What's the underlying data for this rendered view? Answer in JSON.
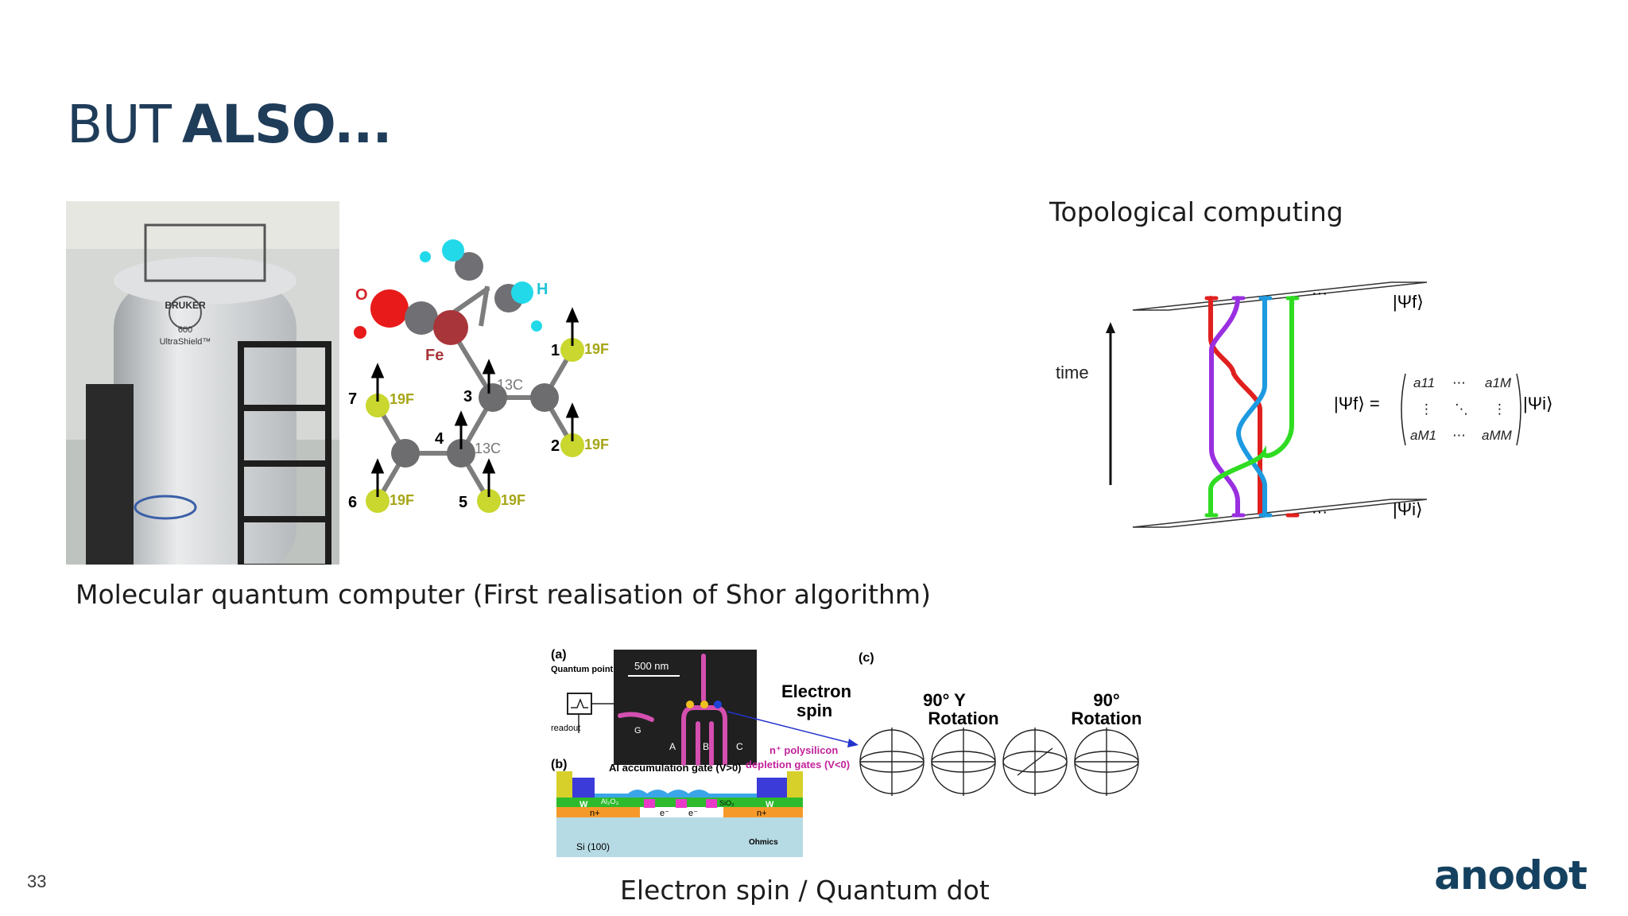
{
  "slide": {
    "title_light": "BUT",
    "title_bold": "ALSO...",
    "page_number": "33",
    "logo": "anodot"
  },
  "captions": {
    "topological": "Topological computing",
    "molecular": "Molecular quantum computer (First realisation of Shor algorithm)",
    "electron": "Electron spin / Quantum dot"
  },
  "nmr_photo": {
    "brand": "BRUKER",
    "model": "600",
    "product": "UltraShield™"
  },
  "molecule": {
    "atom_o": "O",
    "atom_fe": "Fe",
    "atom_h": "H",
    "numbers": [
      "1",
      "2",
      "3",
      "4",
      "5",
      "6",
      "7"
    ],
    "fluorine": "19F",
    "carbon": "13C"
  },
  "topology": {
    "time_label": "time",
    "psi_f": "|Ψf⟩",
    "psi_i": "|Ψi⟩",
    "equation_left": "|Ψf⟩ =",
    "matrix": [
      "a11",
      "⋯",
      "a1M",
      "⋮",
      "⋱",
      "⋮",
      "aM1",
      "⋯",
      "aMM"
    ],
    "equation_right": "|Ψi⟩",
    "dots": "···",
    "colors": {
      "red": "#e0201e",
      "purple": "#9a2fe0",
      "blue": "#1e9ae0",
      "green": "#2fdc22"
    }
  },
  "quantum_dot": {
    "label_a": "(a)",
    "label_b": "(b)",
    "label_c": "(c)",
    "qpc": "Quantum point contact",
    "readout": "readout",
    "scale": "500 nm",
    "g_label": "G",
    "gate_a": "A",
    "gate_b": "B",
    "gate_c": "C",
    "electron_spin": "Electron spin",
    "depletion": "n⁺ polysilicon depletion gates (V<0)",
    "accumulation": "Al accumulation gate (V>0)",
    "w": "W",
    "oxide": "Al₂O₃",
    "sio2": "SiO₂",
    "n_plus": "n+",
    "electron": "e⁻",
    "ohmics": "Ohmics",
    "substrate": "Si (100)",
    "rot_y": "90° Y Rotation",
    "rot_x": "90° Rotation"
  }
}
